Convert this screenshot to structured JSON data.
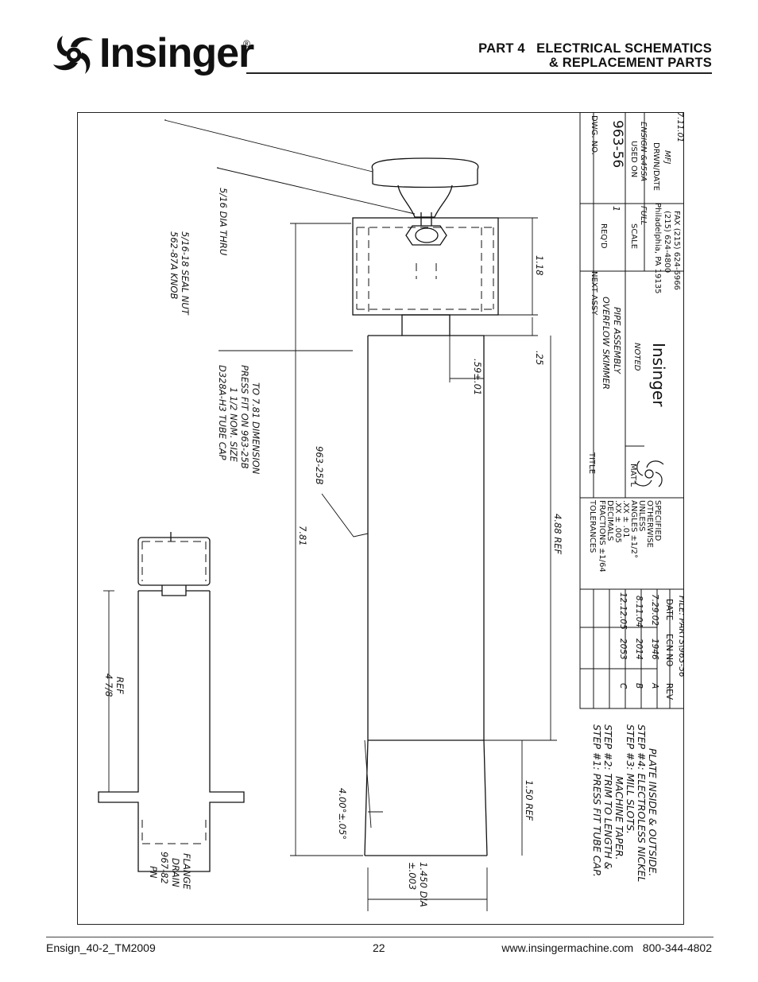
{
  "header": {
    "brand": "Insinger",
    "registered": "®",
    "section_line1": "PART 4   ELECTRICAL SCHEMATICS",
    "section_line2": "& REPLACEMENT PARTS"
  },
  "drawing": {
    "callouts": {
      "knob": "562-87A KNOB",
      "seal_nut": "5/16-18 SEAL NUT",
      "dia_thru": "5/16 DIA THRU",
      "tube_cap_1": "D328A-H3 TUBE CAP",
      "tube_cap_2": "1 1/2 NOM. SIZE",
      "tube_cap_3": "PRESS FIT ON 963-25B",
      "tube_cap_4": "TO 7.81 DIMENSION",
      "pipe": "963-25B",
      "drain_1": "PN",
      "drain_2": "967-82",
      "drain_3": "DRAIN",
      "drain_4": "FLANGE"
    },
    "dimensions": {
      "d_118": "1.18",
      "d_25": ".25",
      "d_59": ".59±.01",
      "d_781": "7.81",
      "d_488": "4.88 REF",
      "d_150": "1.50 REF",
      "d_angle": "4.00°±.05°",
      "d_dia_tol": "±.003",
      "d_dia": "1.450 DIA",
      "d_478": "4 7/8",
      "d_478_ref": "REF"
    },
    "steps": [
      "STEP #1:  PRESS FIT TUBE CAP.",
      "STEP #2:  TRIM TO LENGTH &",
      "MACHINE TAPER.",
      "STEP #3:  MILL SLOTS.",
      "STEP #4:  ELECTROLESS NICKEL",
      "PLATE INSIDE & OUTSIDE."
    ],
    "revisions": {
      "headers": [
        "REV",
        "ECN NO",
        "DATE"
      ],
      "rows": [
        {
          "rev": "C",
          "ecn": "2053",
          "date": "12.12.05"
        },
        {
          "rev": "B",
          "ecn": "2014",
          "date": "8.11.04"
        },
        {
          "rev": "A",
          "ecn": "1946",
          "date": "7.29.02"
        }
      ],
      "file": "FILE: PARTS\\963-56"
    },
    "tolerances": {
      "title": "TOLERANCES",
      "l1": "FRACTIONS ±1/64",
      "l2": "DECIMALS",
      "l3": ".XX  ±  .005",
      "l4": ".XX  ±  .01",
      "l5": "ANGLES ±1/2°",
      "l6": "UNLESS",
      "l7": "OTHERWISE",
      "l8": "SPECIFIED"
    },
    "title_block": {
      "title_label": "TITLE",
      "title_1": "OVERFLOW SKIMMER",
      "title_2": "PIPE ASSEMBLY",
      "matl_label": "MAT'L",
      "matl": "NOTED",
      "company": "Insinger",
      "address": "Philadelphia, PA 19135",
      "phone": "(215) 624-4800",
      "fax": "FAX (215) 624-6966",
      "next_assy": "NEXT ASSY",
      "reqd_label": "REQ'D",
      "reqd": "1",
      "scale_label": "SCALE",
      "scale": "FULL",
      "dwg_label": "DWG. NO.",
      "dwg_no": "963-56",
      "used_label": "USED ON",
      "used_on": "ENSIGN &45SA",
      "drwn_label": "DRWN/DATE",
      "drwn": "MFJ",
      "drwn_date": "7.11.01"
    }
  },
  "footer": {
    "doc": "Ensign_40-2_TM2009",
    "page": "22",
    "contact": "www.insingermachine.com   800-344-4802"
  }
}
